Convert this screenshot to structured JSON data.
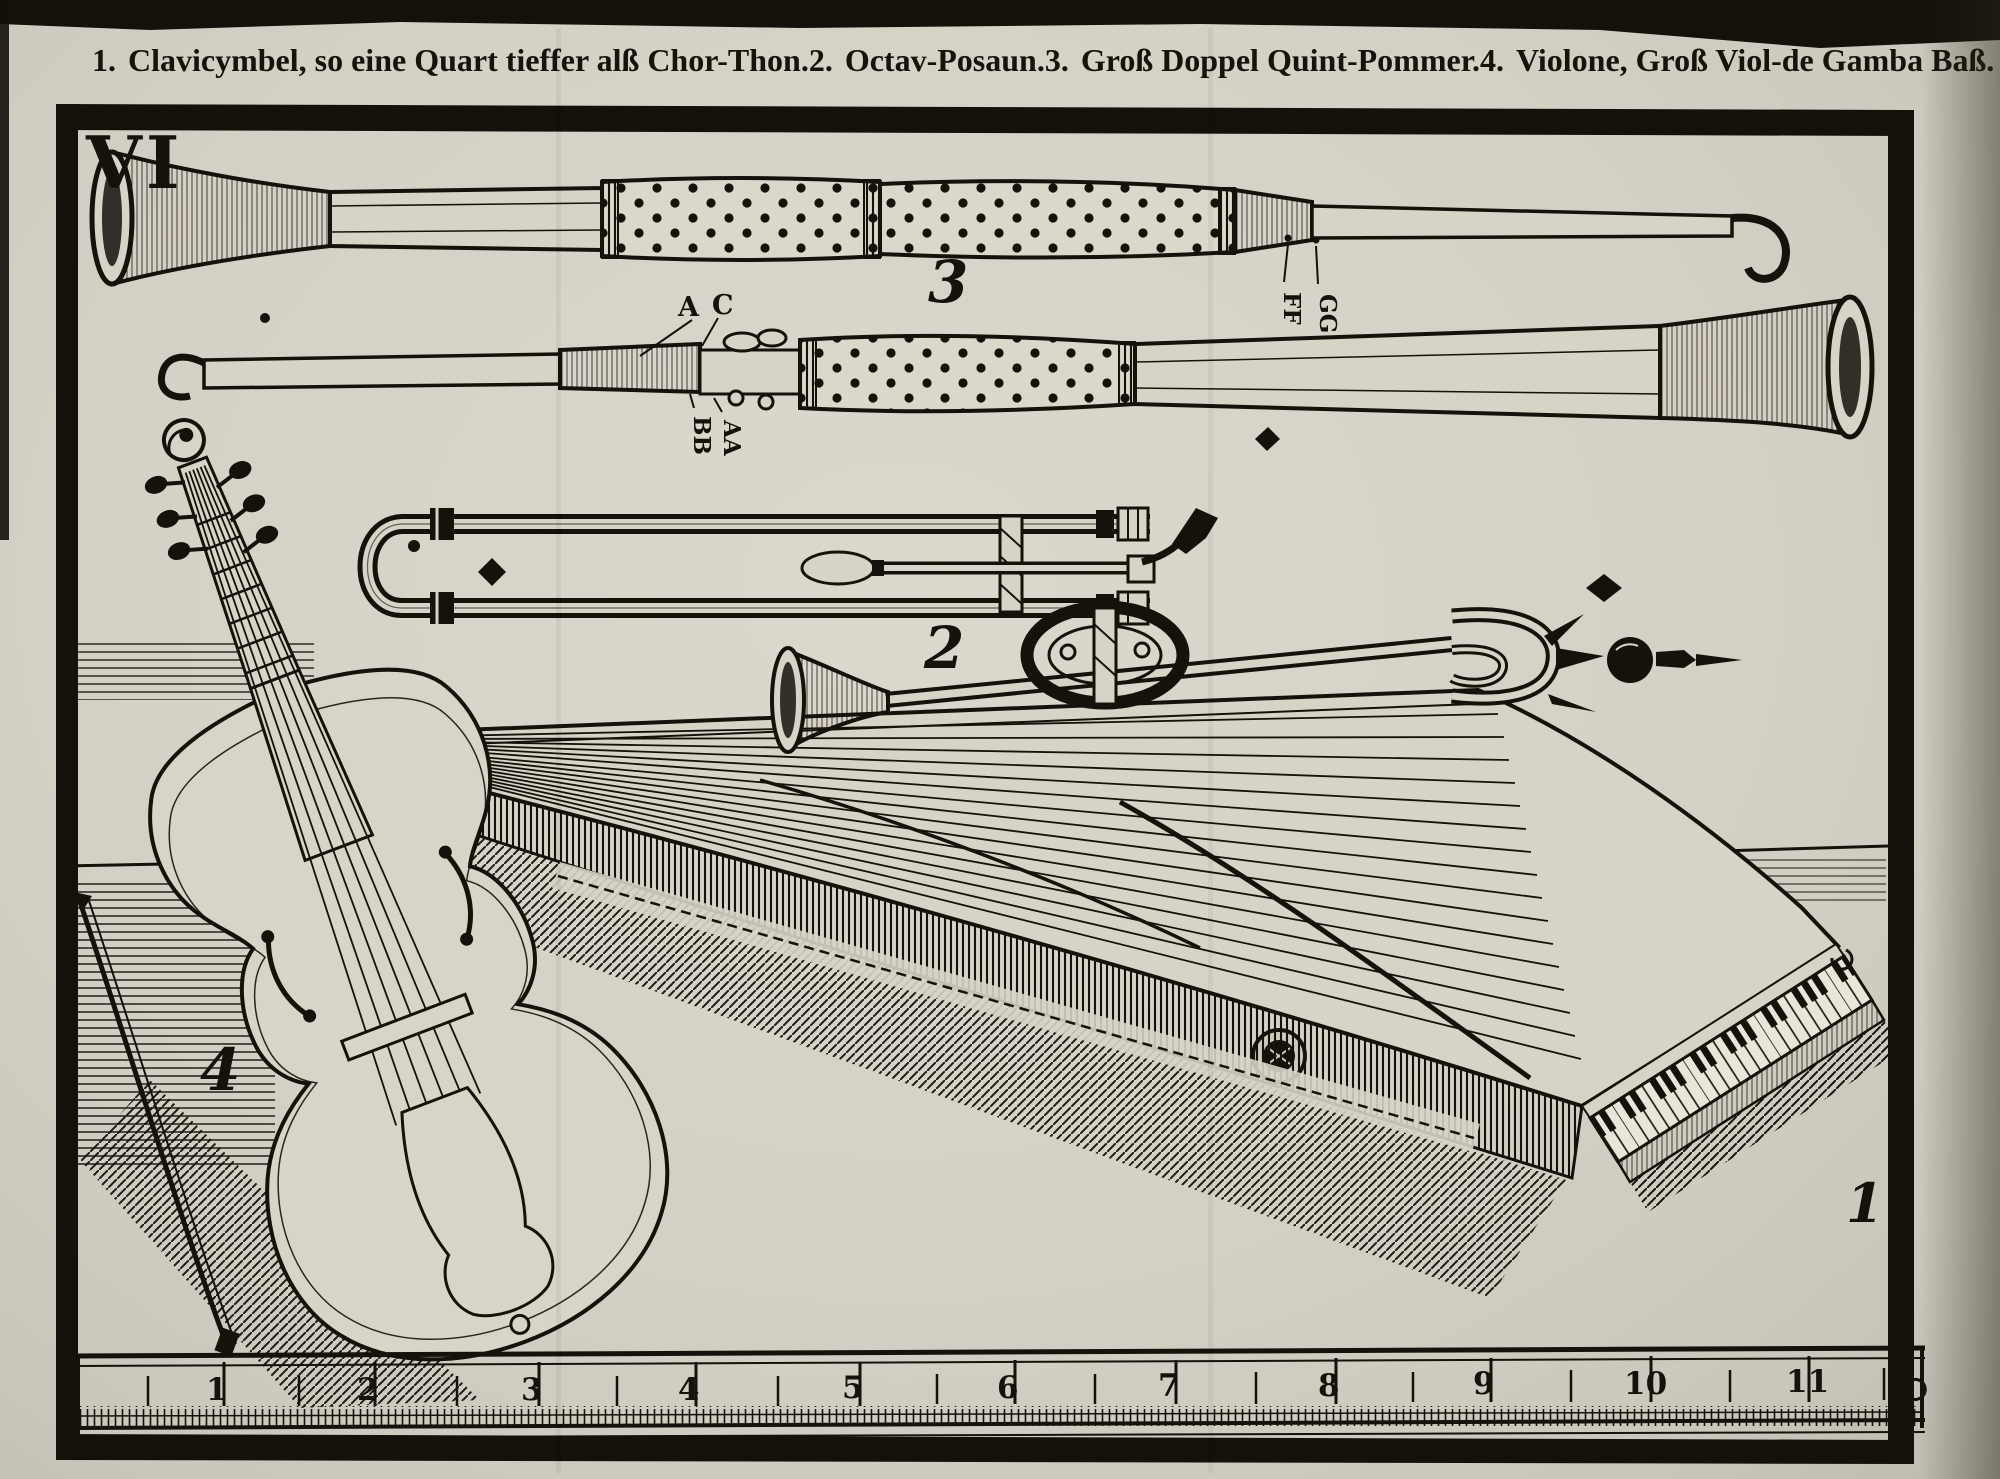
{
  "plate": {
    "number": "VI"
  },
  "caption": {
    "items": [
      {
        "num": "1.",
        "text": "Clavicymbel, so eine Quart tieffer alß Chor-Thon."
      },
      {
        "num": "2.",
        "text": "Octav-Posaun."
      },
      {
        "num": "3.",
        "text": "Groß Doppel Quint-Pommer."
      },
      {
        "num": "4.",
        "text": "Violone, Groß Viol-de Gamba Baß."
      }
    ]
  },
  "labels": {
    "pommer": "3",
    "posaun": "2",
    "violone": "4",
    "clavicymbel": "1"
  },
  "hole_letters": {
    "top_pommer": [
      "FF",
      "GG"
    ],
    "second_pommer_above": [
      "A",
      "C"
    ],
    "second_pommer_below": [
      "BB",
      "AA"
    ]
  },
  "ruler": {
    "marks": [
      "1",
      "2",
      "3",
      "4",
      "5",
      "6",
      "7",
      "8",
      "9",
      "10",
      "11"
    ]
  },
  "colors": {
    "paper": "#d4d0c5",
    "ink": "#16110a"
  }
}
